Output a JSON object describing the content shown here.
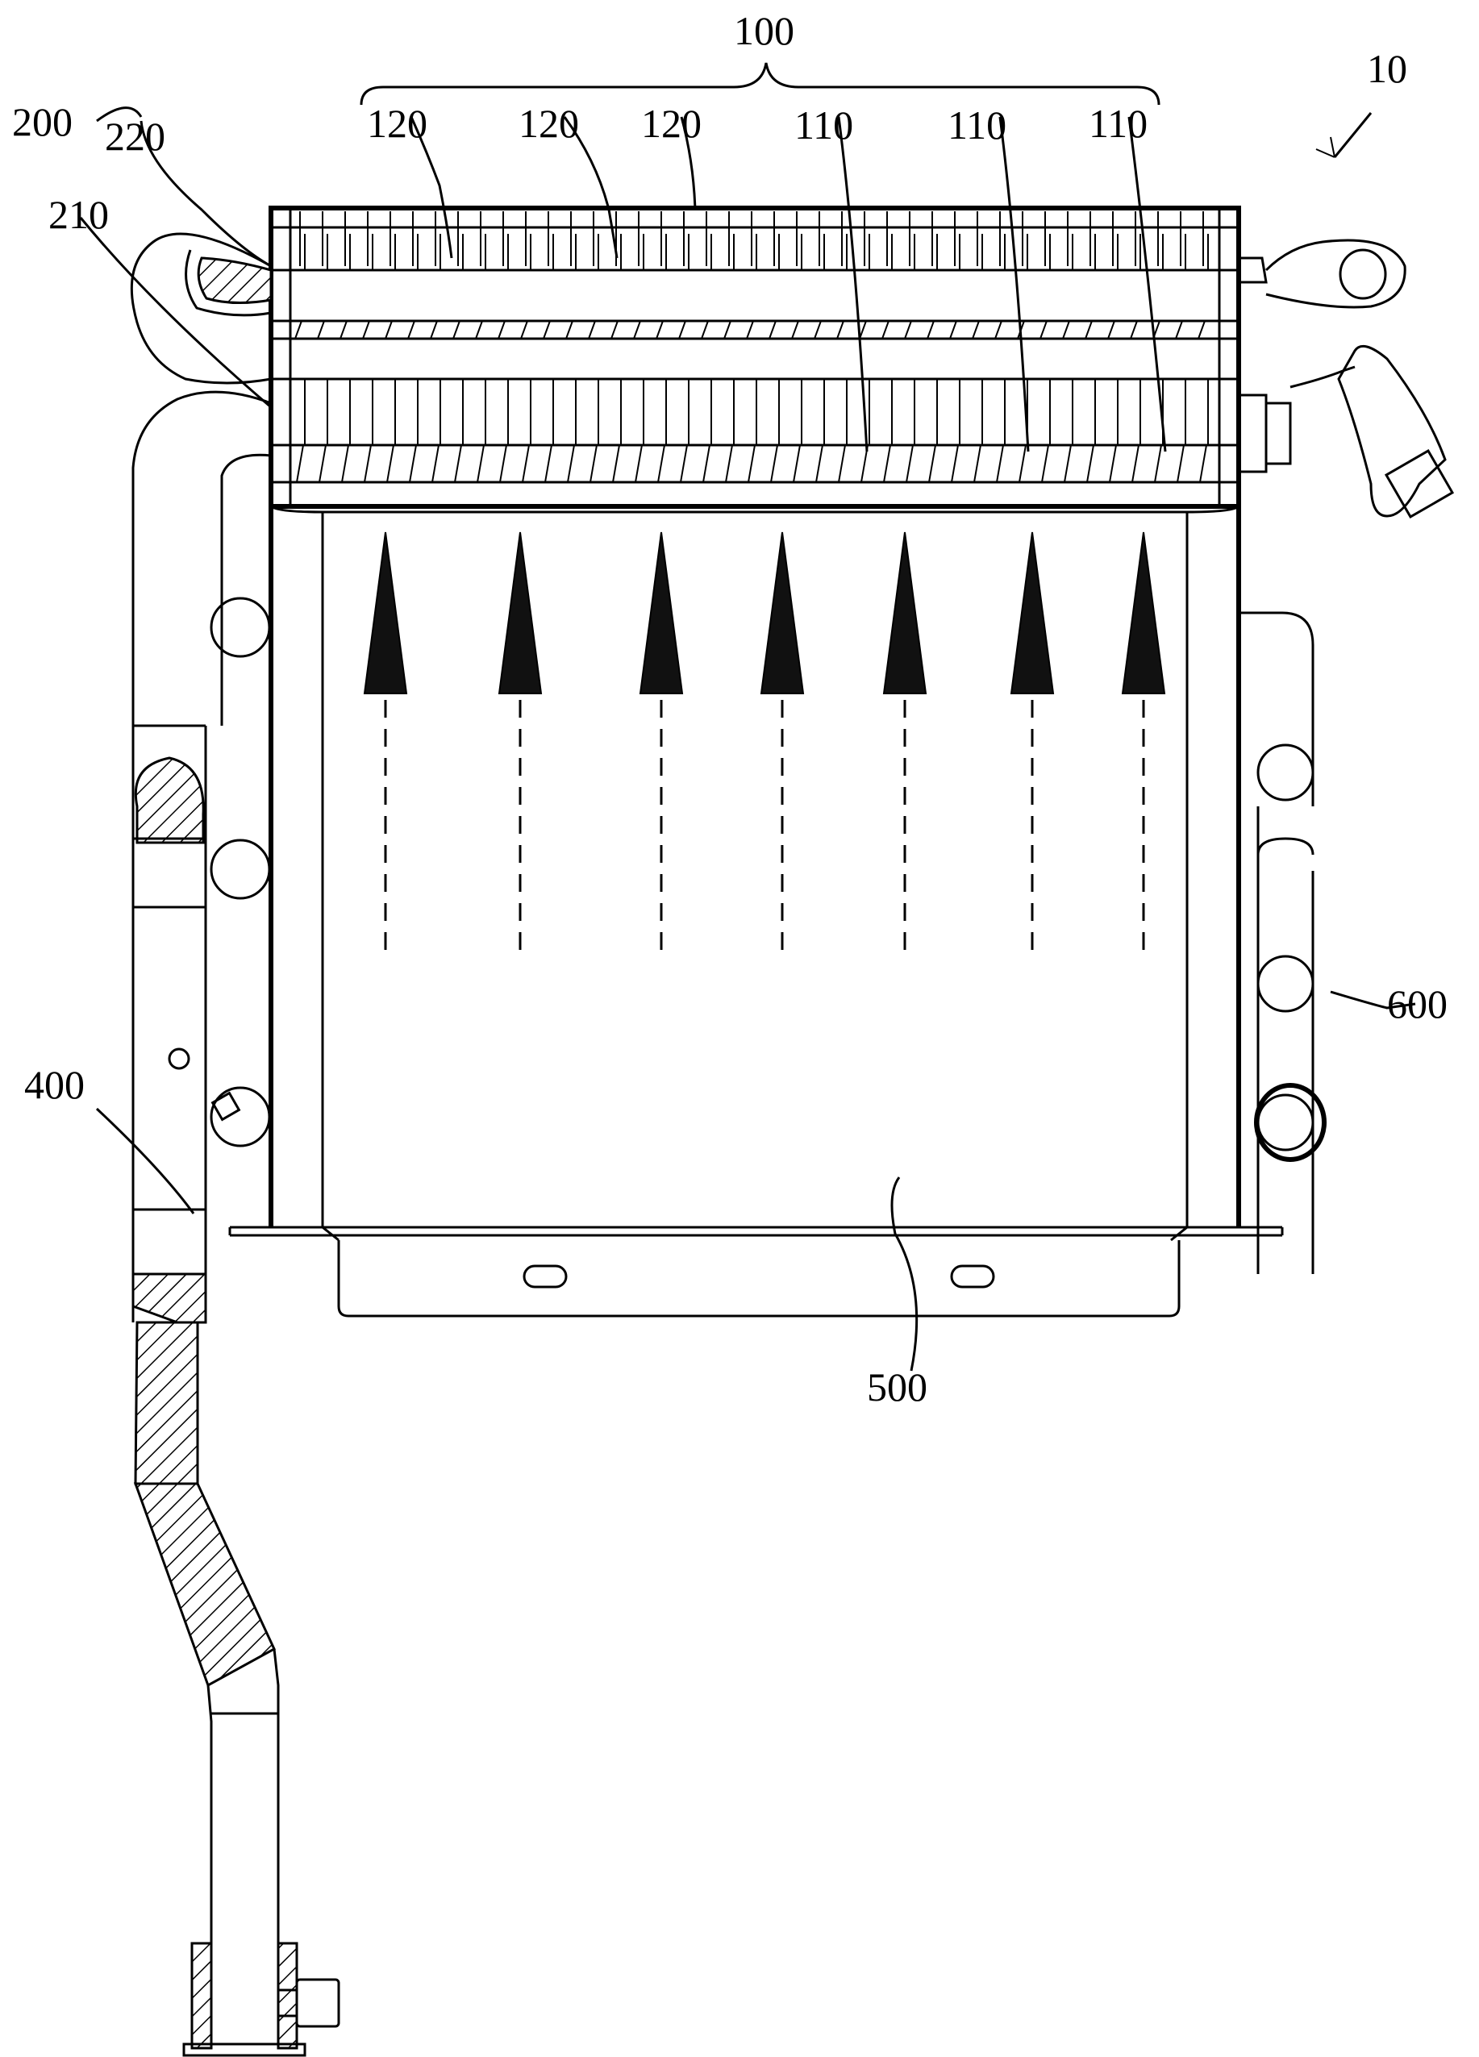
{
  "labels": {
    "assembly": "10",
    "heat_exchange_group": "100",
    "fin_a": "110",
    "fin_b": "110",
    "fin_c": "110",
    "tube_a": "120",
    "tube_b": "120",
    "tube_c": "120",
    "frame": "200",
    "frame_part_outer": "210",
    "frame_part_inner": "220",
    "pipe": "400",
    "combustion_chamber": "500",
    "water_pipe": "600"
  },
  "flow_arrow_count": 7
}
